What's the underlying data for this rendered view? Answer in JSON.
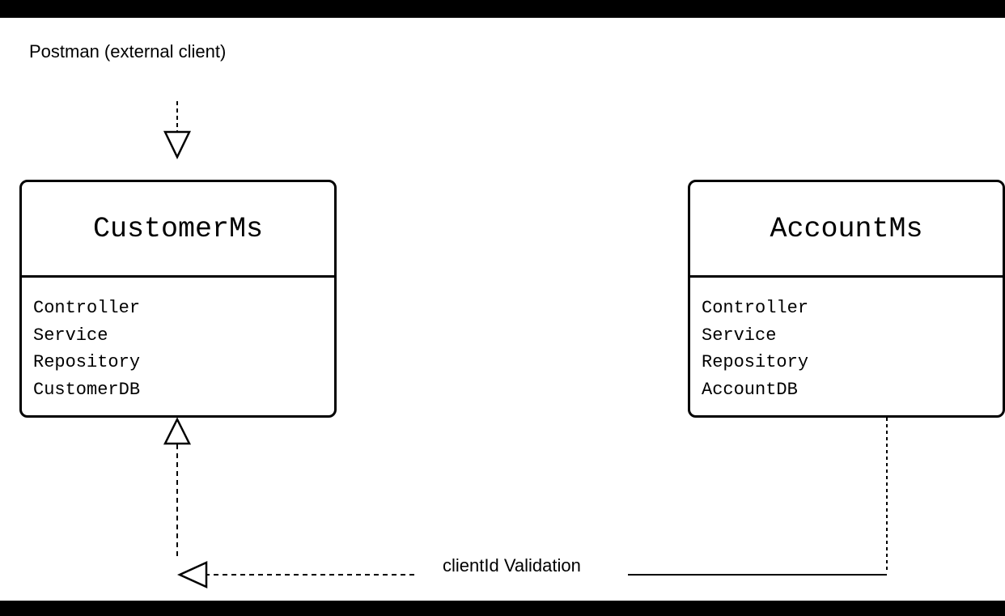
{
  "diagram": {
    "client_label": "Postman (external client)",
    "edge_label": "clientId Validation",
    "boxes": [
      {
        "title": "CustomerMs",
        "members": [
          "Controller",
          "Service",
          "Repository",
          "CustomerDB"
        ]
      },
      {
        "title": "AccountMs",
        "members": [
          "Controller",
          "Service",
          "Repository",
          "AccountDB"
        ]
      }
    ]
  },
  "colors": {
    "frame": "#000000",
    "background": "#ffffff",
    "stroke": "#000000"
  }
}
